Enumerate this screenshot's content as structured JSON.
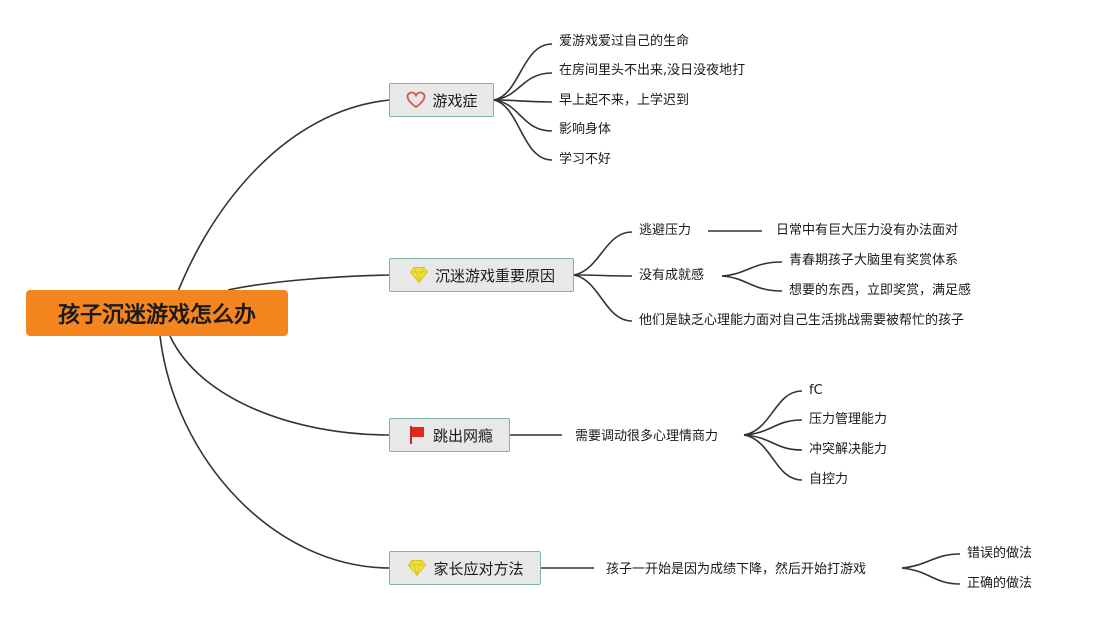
{
  "root": {
    "label": "孩子沉迷游戏怎么办"
  },
  "branches": [
    {
      "label": "游戏症",
      "icon": "heart-icon",
      "children": [
        "爱游戏爱过自己的生命",
        "在房间里头不出来,没日没夜地打",
        "早上起不来，上学迟到",
        "影响身体",
        "学习不好"
      ]
    },
    {
      "label": "沉迷游戏重要原因",
      "icon": "gem-icon",
      "children": [
        {
          "label": "逃避压力",
          "children": [
            "日常中有巨大压力没有办法面对"
          ]
        },
        {
          "label": "没有成就感",
          "children": [
            "青春期孩子大脑里有奖赏体系",
            "想要的东西，立即奖赏，满足感"
          ]
        },
        {
          "label": "他们是缺乏心理能力面对自己生活挑战需要被帮忙的孩子"
        }
      ]
    },
    {
      "label": "跳出网瘾",
      "icon": "flag-icon",
      "children": [
        {
          "label": "需要调动很多心理情商力",
          "children": [
            "fC",
            "压力管理能力",
            "冲突解决能力",
            "自控力"
          ]
        }
      ]
    },
    {
      "label": "家长应对方法",
      "icon": "gem-icon",
      "children": [
        {
          "label": "孩子一开始是因为成绩下降，然后开始打游戏",
          "children": [
            "错误的做法",
            "正确的做法"
          ]
        }
      ]
    }
  ],
  "colors": {
    "root_fill": "#f5861f",
    "topic_fill": "#e8e8e8",
    "topic_border": "#7fb3a8",
    "line": "#333333",
    "heart": "#d9534f",
    "gem": "#f2e13a",
    "flag": "#e02a1b"
  }
}
